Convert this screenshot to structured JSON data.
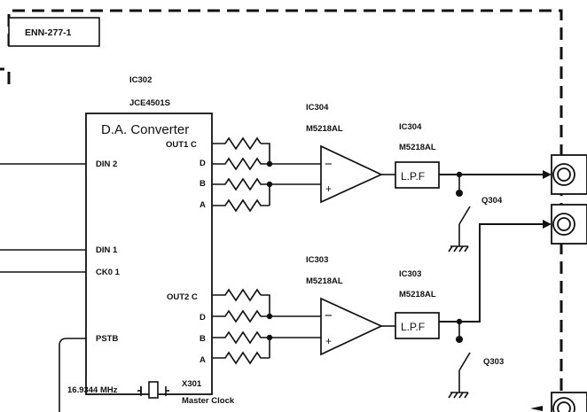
{
  "tag": "ENN-277-1",
  "dac": {
    "ref": "IC302",
    "part": "JCE4501S",
    "title": "D.A. Converter",
    "pins": {
      "din2": "DIN 2",
      "din1": "DIN 1",
      "ck01": "CK0 1",
      "pstb": "PSTB",
      "out1": "OUT1 C",
      "out1_d": "D",
      "out1_b": "B",
      "out1_a": "A",
      "out2": "OUT2 C",
      "out2_d": "D",
      "out2_b": "B",
      "out2_a": "A"
    }
  },
  "amp_top": {
    "ref": "IC304",
    "part": "M5218AL"
  },
  "lpf_top": {
    "ref": "IC304",
    "part": "M5218AL",
    "label": "L.P.F"
  },
  "amp_bot": {
    "ref": "IC303",
    "part": "M5218AL"
  },
  "lpf_bot": {
    "ref": "IC303",
    "part": "M5218AL",
    "label": "L.P.F"
  },
  "q_top": "Q304",
  "q_bot": "Q303",
  "crystal": {
    "freq": "16.9344 MHz",
    "ref": "X301",
    "name": "Master  Clock"
  },
  "opamp_minus": "−",
  "opamp_plus": "+"
}
